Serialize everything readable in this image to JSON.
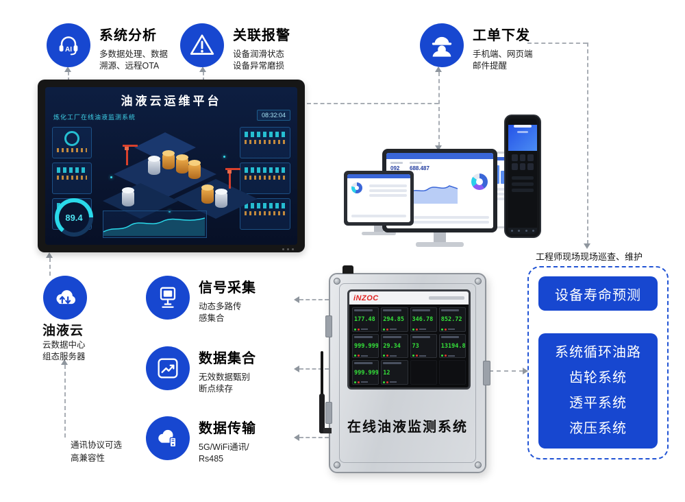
{
  "colors": {
    "accent_blue": "#1747d0",
    "logo_red": "#e02321",
    "screen_green": "#35e03a",
    "dashboard_cyan": "#2ad9ea",
    "arrow_gray": "#a8adb4"
  },
  "top_features": [
    {
      "icon": "ai-headset-icon",
      "icon_label": "AI",
      "title": "系统分析",
      "lines": [
        "多数据处理、数据",
        "溯源、远程OTA"
      ]
    },
    {
      "icon": "alert-triangle-icon",
      "title": "关联报警",
      "lines": [
        "设备润滑状态",
        "设备异常磨损"
      ]
    },
    {
      "icon": "worker-helmet-icon",
      "title": "工单下发",
      "lines": [
        "手机端、网页端",
        "邮件提醒"
      ]
    }
  ],
  "big_screen": {
    "title": "油液云运维平台",
    "dashboard_header": "炼化工厂在线油液监测系统",
    "time": "08:32:04",
    "gauge_value": "89.4"
  },
  "engineer_devices": {
    "caption": "工程师现场现场巡查、维护",
    "monitor_kpis": [
      "092",
      "688.487"
    ]
  },
  "cloud_node": {
    "icon": "cloud-sync-icon",
    "title": "油液云",
    "lines": [
      "云数据中心",
      "组态服务器"
    ]
  },
  "middle_features": [
    {
      "icon": "sensor-display-icon",
      "title": "信号采集",
      "lines": [
        "动态多路传",
        "感集合"
      ]
    },
    {
      "icon": "trend-chart-icon",
      "title": "数据集合",
      "lines": [
        "无效数据甄别",
        "断点续存"
      ]
    },
    {
      "icon": "cloud-transmit-icon",
      "title": "数据传输",
      "lines": [
        "5G/WiFi通讯/",
        "Rs485"
      ]
    }
  ],
  "device": {
    "brand": "iNZOC",
    "label": "在线油液监测系统",
    "screen_values": [
      "177.48",
      "294.85",
      "346.78",
      "852.72",
      "999.999",
      "29.34",
      "73",
      "13194.8",
      "999.999",
      "12"
    ]
  },
  "right_panel": {
    "prediction": "设备寿命预测",
    "systems": [
      "系统循环油路",
      "齿轮系统",
      "透平系统",
      "液压系统"
    ]
  },
  "bottom_note": {
    "lines": [
      "通讯协议可选",
      "高兼容性"
    ]
  }
}
